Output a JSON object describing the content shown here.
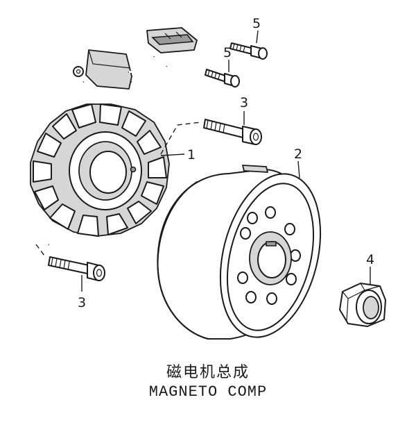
{
  "callouts": {
    "stator": "1",
    "flywheel": "2",
    "bolt_upper": "3",
    "bolt_lower": "3",
    "nut": "4",
    "screw_top": "5",
    "screw_mid": "5"
  },
  "caption": {
    "title_cn": "磁电机总成",
    "title_en": "MAGNETO COMP"
  }
}
